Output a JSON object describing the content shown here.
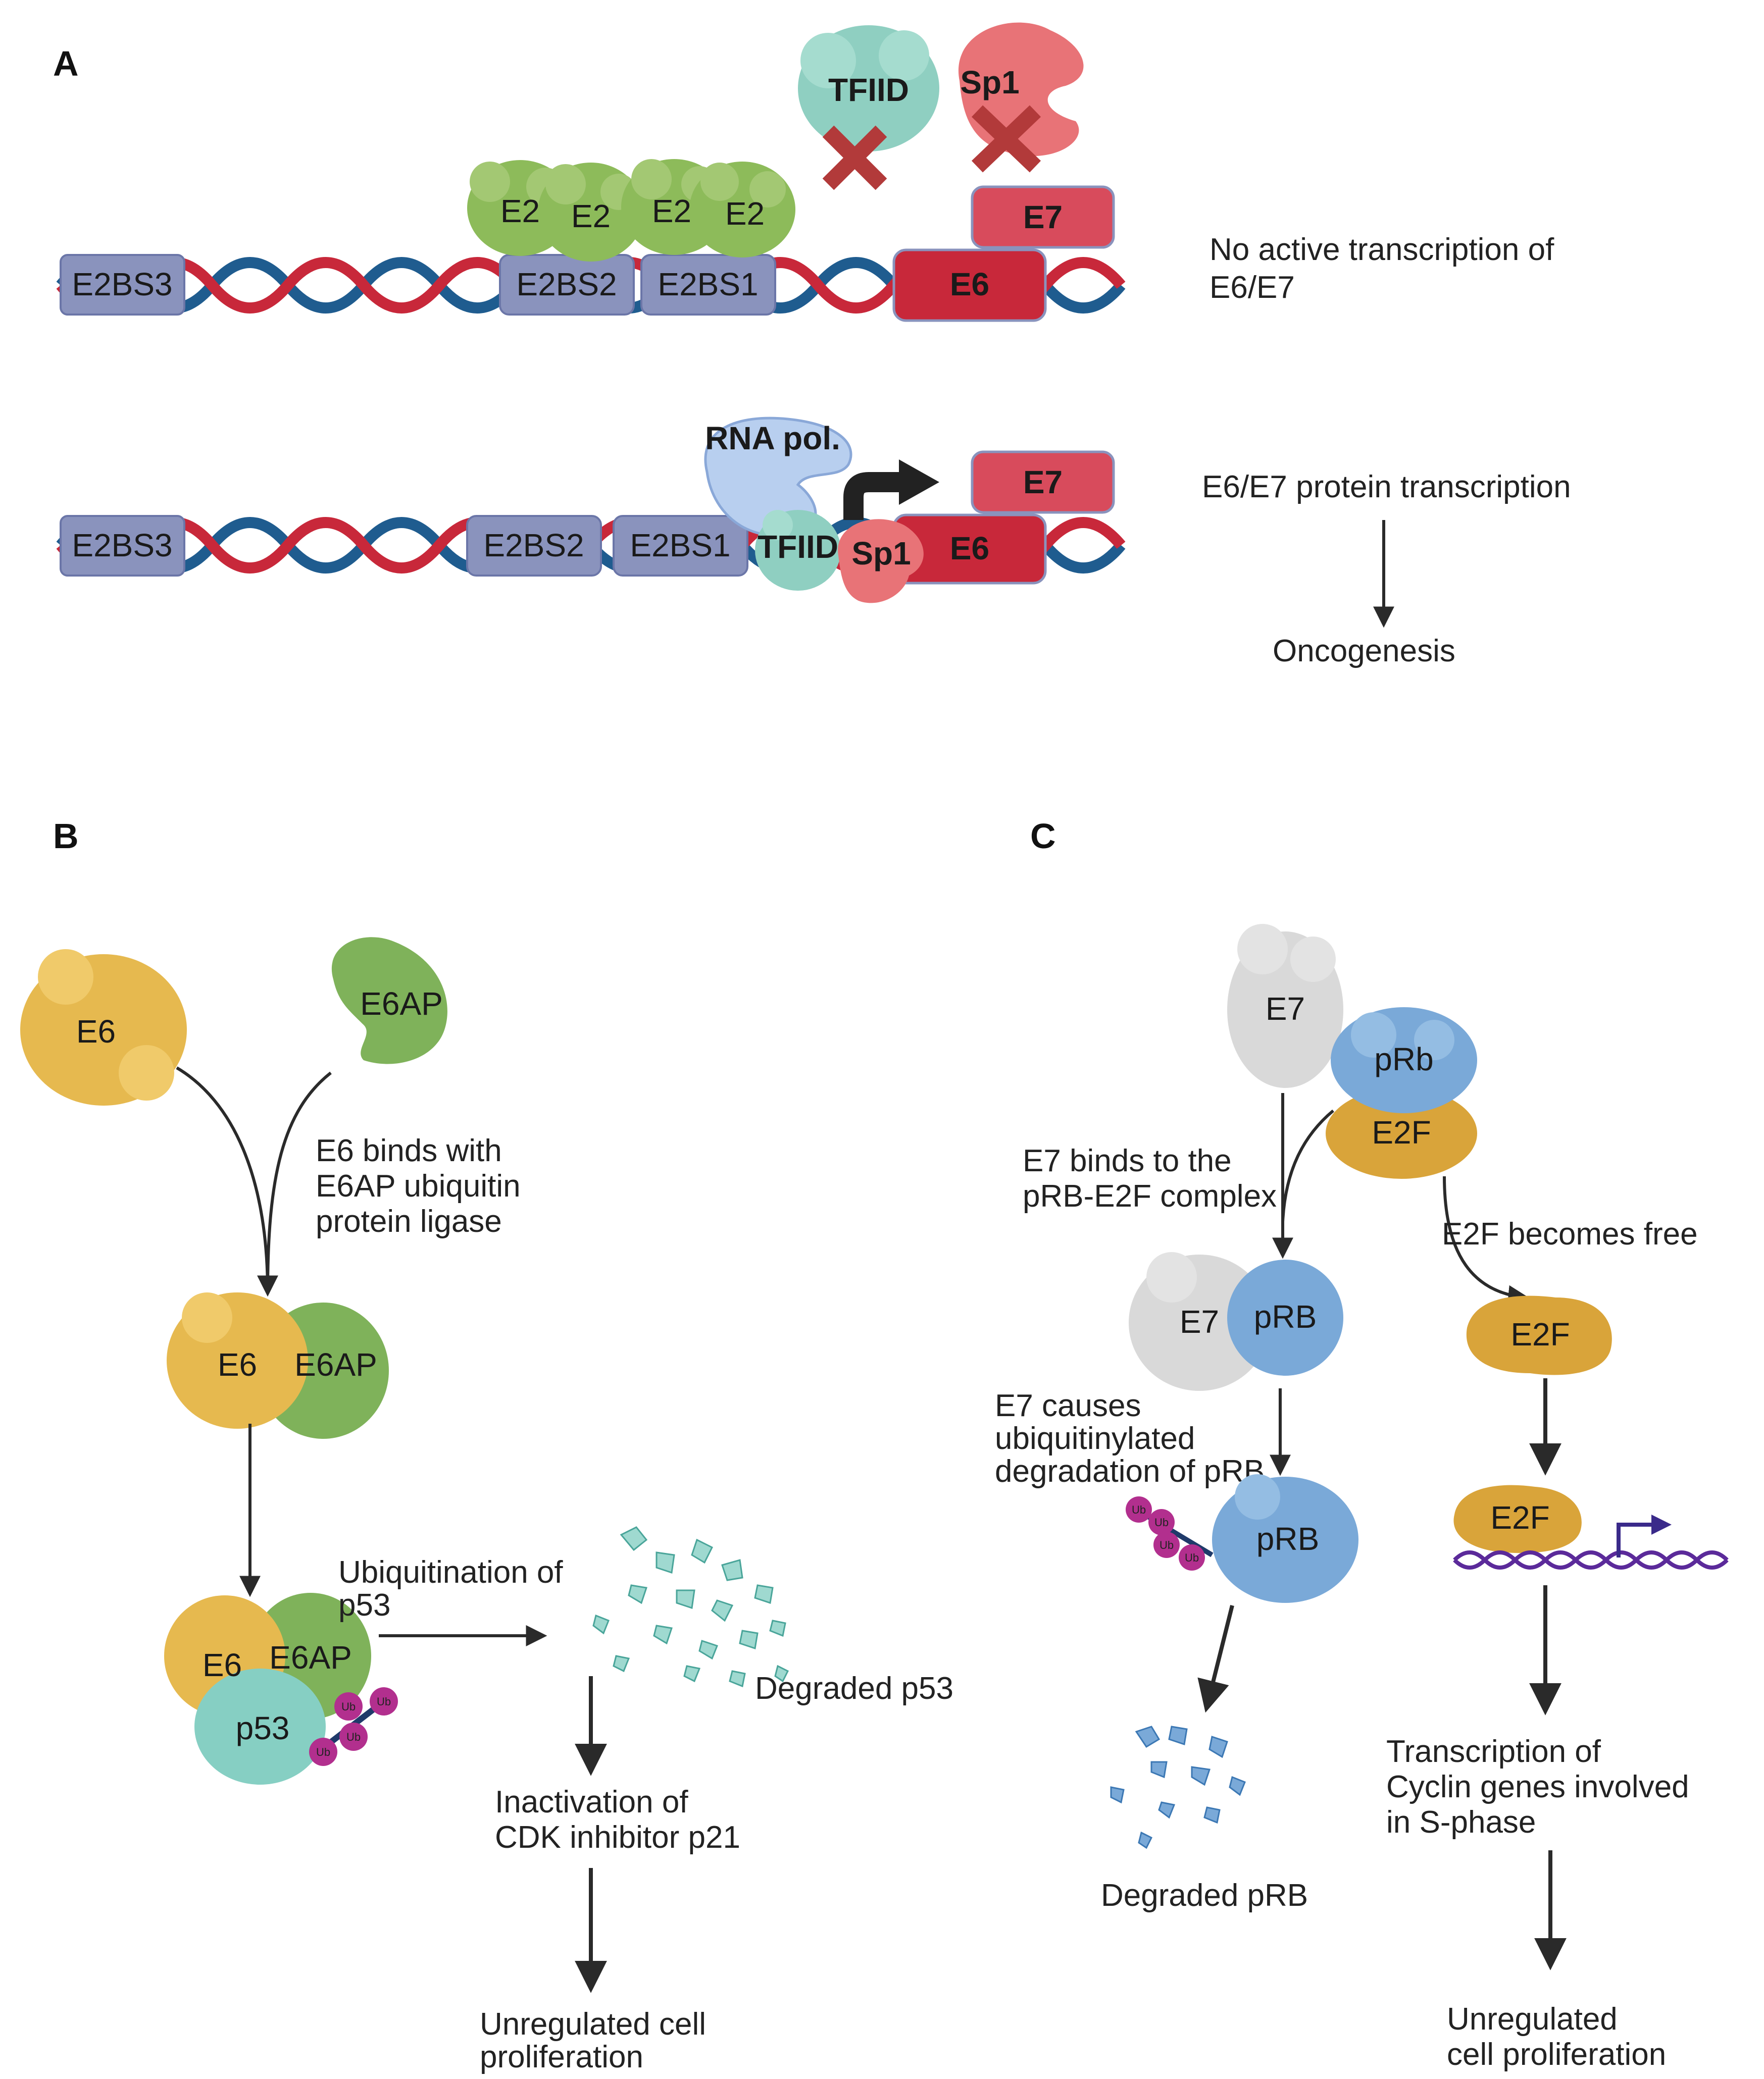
{
  "panels": {
    "a": "A",
    "b": "B",
    "c": "C"
  },
  "panel_a": {
    "row1": {
      "sites": [
        "E2BS3",
        "E2BS2",
        "E2BS1"
      ],
      "e2_proteins": [
        "E2",
        "E2",
        "E2",
        "E2"
      ],
      "factors": [
        "TFIID",
        "Sp1"
      ],
      "genes": [
        "E6",
        "E7"
      ],
      "caption_line1": "No active transcription of",
      "caption_line2": "E6/E7"
    },
    "row2": {
      "sites": [
        "E2BS3",
        "E2BS2",
        "E2BS1"
      ],
      "rna_pol": "RNA pol.",
      "tfiid": "TFIID",
      "sp1": "Sp1",
      "genes": [
        "E6",
        "E7"
      ],
      "caption": "E6/E7 protein transcription",
      "outcome": "Oncogenesis"
    }
  },
  "panel_b": {
    "e6": "E6",
    "e6ap": "E6AP",
    "step1_line1": "E6 binds with",
    "step1_line2": "E6AP ubiquitin",
    "step1_line3": "protein ligase",
    "complex_e6": "E6",
    "complex_e6ap": "E6AP",
    "tri_e6": "E6",
    "tri_e6ap": "E6AP",
    "tri_p53": "p53",
    "ub": "Ub",
    "ubiq_line1": "Ubiquitination of",
    "ubiq_line2": "p53",
    "degraded": "Degraded p53",
    "inact_line1": "Inactivation of",
    "inact_line2": "CDK inhibitor p21",
    "result_line1": "Unregulated cell",
    "result_line2": "proliferation"
  },
  "panel_c": {
    "e7": "E7",
    "prb": "pRb",
    "e2f": "E2F",
    "bind_line1": "E7 binds to the",
    "bind_line2": "pRB-E2F complex",
    "free": "E2F becomes free",
    "complex_e7": "E7",
    "complex_prb": "pRB",
    "free_e2f": "E2F",
    "causes_line1": "E7 causes",
    "causes_line2": "ubiquitinylated",
    "causes_line3": "degradation of pRB",
    "ub_prb": "pRB",
    "ub": "Ub",
    "degraded": "Degraded pRB",
    "dna_e2f": "E2F",
    "trans_line1": "Transcription of",
    "trans_line2": "Cyclin genes involved",
    "trans_line3": "in S-phase",
    "result_line1": "Unregulated",
    "result_line2": "cell proliferation"
  },
  "colors": {
    "dna_red": "#c8283a",
    "dna_blue": "#1f5c8f",
    "site_box": "#8a93bd",
    "e2_green": "#8dbb5a",
    "tfiid_teal": "#8fcfc1",
    "sp1_pink": "#e87377",
    "gene_red": "#c8283a",
    "e6_yellow": "#e6b94f",
    "e6ap_green": "#7fb25a",
    "p53_teal": "#86cfc3",
    "ub_magenta": "#b22f8e",
    "e7_gray": "#d9d9d9",
    "prb_blue": "#7aa9d8",
    "e2f_gold": "#d9a43a",
    "dna_purple": "#5b2a9a"
  }
}
